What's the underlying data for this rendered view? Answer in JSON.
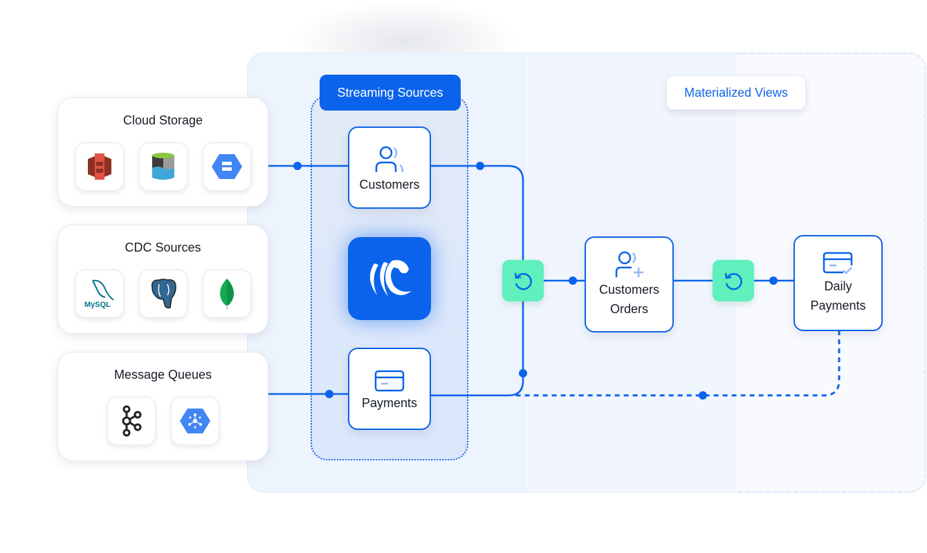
{
  "groups": {
    "streaming_sources": "Streaming Sources",
    "materialized_views": "Materialized Views"
  },
  "source_categories": [
    {
      "title": "Cloud Storage",
      "logos": [
        "aws-s3-icon",
        "azure-data-lake-icon",
        "google-cloud-storage-icon"
      ]
    },
    {
      "title": "CDC Sources",
      "logos": [
        "mysql-icon",
        "postgresql-icon",
        "mongodb-icon"
      ]
    },
    {
      "title": "Message Queues",
      "logos": [
        "kafka-icon",
        "google-pubsub-icon"
      ]
    }
  ],
  "logo_text": {
    "mysql": "MySQL"
  },
  "streams": {
    "customers": "Customers",
    "payments": "Payments"
  },
  "views": {
    "customers_orders_line1": "Customers",
    "customers_orders_line2": "Orders",
    "daily_payments_line1": "Daily",
    "daily_payments_line2": "Payments"
  },
  "colors": {
    "accent": "#0a63ea",
    "refresh": "#5ff0bd",
    "text": "#151b26"
  }
}
